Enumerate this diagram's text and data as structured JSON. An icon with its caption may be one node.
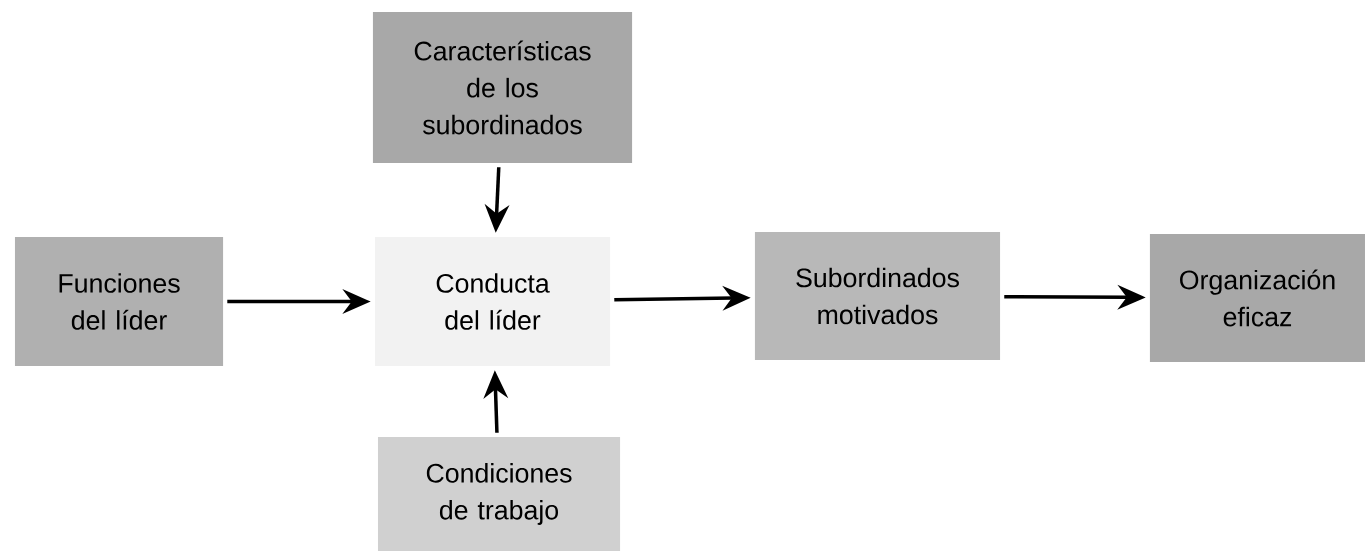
{
  "diagram": {
    "nodes": [
      {
        "text": [
          "Características de los subordinados"
        ]
      },
      {
        "text": [
          "Funciones del líder"
        ]
      },
      {
        "text": [
          "Conducta del líder"
        ]
      },
      {
        "text": [
          "Condiciones de trabajo"
        ]
      },
      {
        "text": [
          "Subordinados motivados"
        ]
      },
      {
        "text": [
          "Organización eficaz"
        ]
      }
    ],
    "edges": [
      {
        "from": 0,
        "to": 2,
        "arrow": "to"
      },
      {
        "from": 1,
        "to": 2,
        "arrow": "to"
      },
      {
        "from": 3,
        "to": 2,
        "arrow": "to"
      },
      {
        "from": 2,
        "to": 4,
        "arrow": "to"
      },
      {
        "from": 4,
        "to": 5,
        "arrow": "to"
      }
    ]
  }
}
